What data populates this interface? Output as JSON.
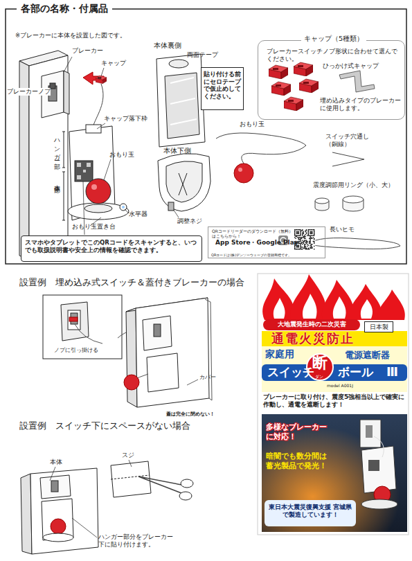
{
  "diagram": {
    "title": "各部の名称・付属品",
    "nodes": [
      {
        "text": [
          "キャップ（5種類）",
          "ブレーカースイッチノブ形状に合わせて選んでください。"
        ]
      },
      {
        "text": [
          "貼り付ける前にセロテープで仮止めしてください。"
        ]
      },
      {
        "text": [
          "スマホやタブレットでこのQRコードをスキャンすると、いつでも取扱説明書や安全上の情報を確認できます。"
        ]
      },
      {
        "text": [
          "QRコードリーダーのダウンロード（無料）はこちらから！",
          "App Store・Google Play",
          "QRコードは(株)デンソーウェーブの登録商標です。"
        ]
      },
      {
        "text": [
          "大地震発生時の二次災害"
        ]
      },
      {
        "text": [
          "日本製"
        ]
      },
      {
        "text": [
          "東日本大震災復興支援 宮城県で製造しています！"
        ]
      }
    ],
    "labels": [
      "※ブレーカーに本体を設置した図です。",
      "ブレーカー",
      "キャップ",
      "ブレーカーノブ",
      "キャップ落下枠",
      "ハンガー部",
      "本体部",
      "おもり玉",
      "水平器",
      "おもり玉置き台",
      "本体裏側",
      "両面テープ",
      "本体下側",
      "調整ネジ",
      "おもり玉",
      "ひっかけ式キャップ",
      "埋め込みタイプのブレーカーに使用します。",
      "スイッチ穴通し（銅線）",
      "震度調節用リング（小、大）",
      "長いヒモ",
      "設置例　埋め込み式スイッチ＆蓋付きブレーカーの場合",
      "ノブに引っ掛ける",
      "カバー",
      "蓋は完全に閉めない！",
      "設置例　スイッチ下にスペースがない場合",
      "スジ",
      "本体",
      "ハンガー部分をブレーカー下に貼り付けます。",
      "通電火災防止",
      "家庭用",
      "電源遮断器",
      "断",
      "ダン",
      "スイッチ",
      "ボール",
      "Ⅲ",
      "model A001J",
      "ブレーカーに取り付け、震度5強相当以上で確実に作動し、通電を遮断します！",
      "多様なブレーカーに対応！",
      "暗闇でも数分間は蓄光製品で発光！"
    ]
  }
}
